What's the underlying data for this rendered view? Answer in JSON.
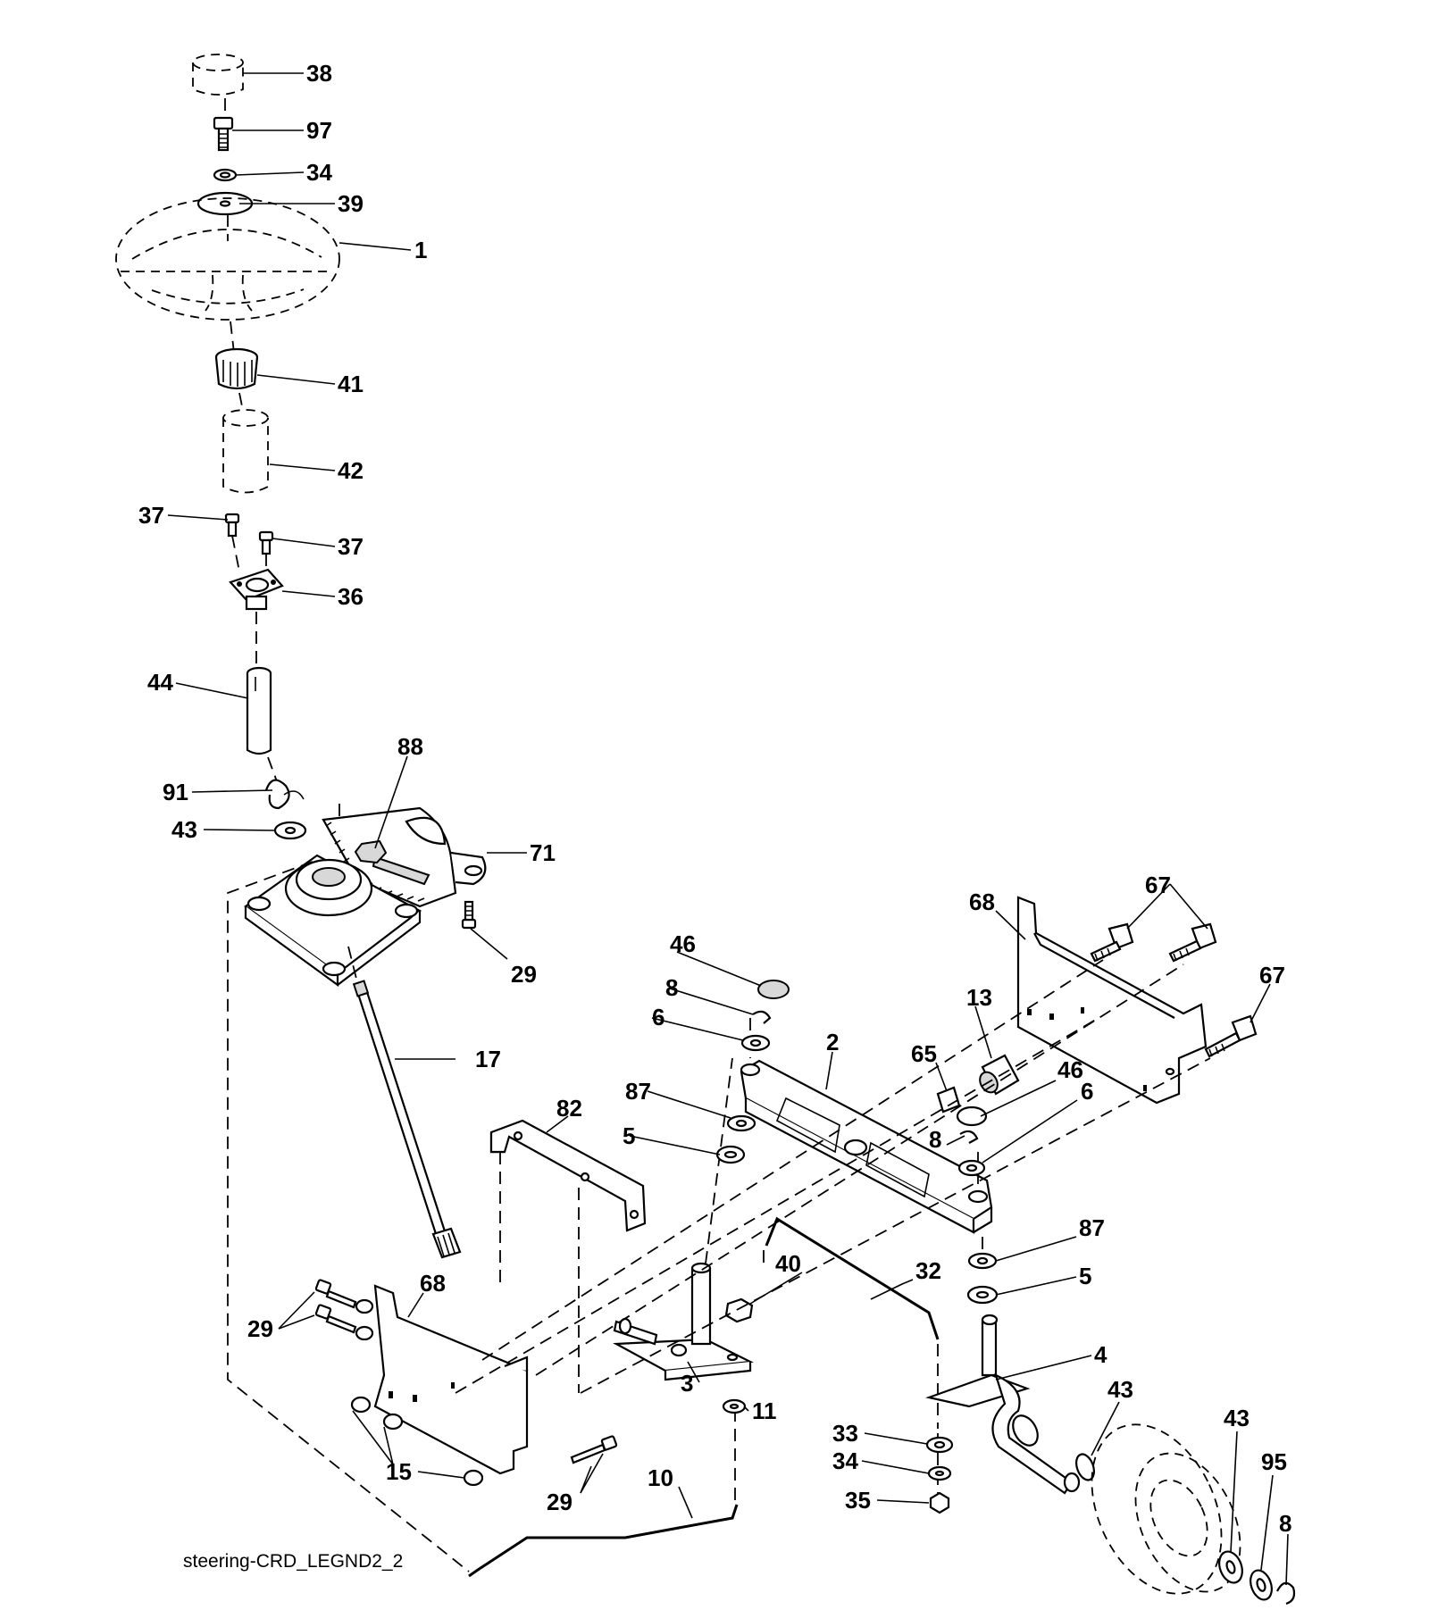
{
  "caption": "steering-CRD_LEGND2_2",
  "callouts": [
    {
      "id": "c1",
      "label": "38"
    },
    {
      "id": "c2",
      "label": "97"
    },
    {
      "id": "c3",
      "label": "34"
    },
    {
      "id": "c4",
      "label": "39"
    },
    {
      "id": "c5",
      "label": "1"
    },
    {
      "id": "c6",
      "label": "41"
    },
    {
      "id": "c7",
      "label": "42"
    },
    {
      "id": "c8",
      "label": "37"
    },
    {
      "id": "c9",
      "label": "37"
    },
    {
      "id": "c10",
      "label": "36"
    },
    {
      "id": "c11",
      "label": "44"
    },
    {
      "id": "c12",
      "label": "88"
    },
    {
      "id": "c13",
      "label": "91"
    },
    {
      "id": "c14",
      "label": "43"
    },
    {
      "id": "c15",
      "label": "71"
    },
    {
      "id": "c16",
      "label": "29"
    },
    {
      "id": "c17",
      "label": "68"
    },
    {
      "id": "c18",
      "label": "67"
    },
    {
      "id": "c19",
      "label": "67"
    },
    {
      "id": "c20",
      "label": "46"
    },
    {
      "id": "c21",
      "label": "8"
    },
    {
      "id": "c22",
      "label": "6"
    },
    {
      "id": "c23",
      "label": "13"
    },
    {
      "id": "c24",
      "label": "2"
    },
    {
      "id": "c25",
      "label": "65"
    },
    {
      "id": "c26",
      "label": "46"
    },
    {
      "id": "c27",
      "label": "17"
    },
    {
      "id": "c28",
      "label": "87"
    },
    {
      "id": "c29",
      "label": "6"
    },
    {
      "id": "c30",
      "label": "82"
    },
    {
      "id": "c31",
      "label": "5"
    },
    {
      "id": "c32",
      "label": "8"
    },
    {
      "id": "c33",
      "label": "87"
    },
    {
      "id": "c34",
      "label": "40"
    },
    {
      "id": "c35",
      "label": "32"
    },
    {
      "id": "c36",
      "label": "5"
    },
    {
      "id": "c37",
      "label": "68"
    },
    {
      "id": "c38",
      "label": "29"
    },
    {
      "id": "c39",
      "label": "4"
    },
    {
      "id": "c40",
      "label": "3"
    },
    {
      "id": "c41",
      "label": "43"
    },
    {
      "id": "c42",
      "label": "11"
    },
    {
      "id": "c43",
      "label": "33"
    },
    {
      "id": "c44",
      "label": "43"
    },
    {
      "id": "c45",
      "label": "34"
    },
    {
      "id": "c46",
      "label": "15"
    },
    {
      "id": "c47",
      "label": "95"
    },
    {
      "id": "c48",
      "label": "10"
    },
    {
      "id": "c49",
      "label": "35"
    },
    {
      "id": "c50",
      "label": "29"
    },
    {
      "id": "c51",
      "label": "8"
    }
  ]
}
